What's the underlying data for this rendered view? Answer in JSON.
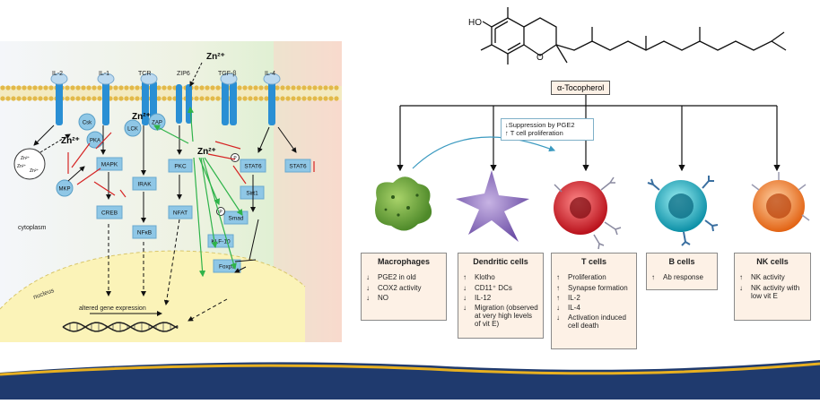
{
  "left": {
    "receptors": [
      "IL-2",
      "IL-1",
      "TCR",
      "ZIP6",
      "TGF-β",
      "IL-4"
    ],
    "zn_top": "Zn²⁺",
    "zn": "Zn²⁺",
    "zn_small": "Zn²⁺",
    "kinases": [
      "Csk",
      "PKA",
      "LCK",
      "ZAP",
      "MKP"
    ],
    "nodes": [
      "MAPK",
      "IRAK",
      "PKC",
      "STAT6",
      "STAT6",
      "Sirt1",
      "CREB",
      "NFκB",
      "NFAT",
      "Smad",
      "KLF-10",
      "Foxp3"
    ],
    "p_label": "P",
    "cytoplasm": "cytoplasm",
    "nucleus": "nucleus",
    "altered": "altered gene expression"
  },
  "right": {
    "compound": "α-Tocopherol",
    "mol_label": "HO",
    "mol_o": "O",
    "suppression": [
      "↓Suppression by PGE2",
      "↑ T cell proliferation"
    ],
    "cells": [
      {
        "title": "Macrophages",
        "rows": [
          [
            "↓",
            "PGE2 in old"
          ],
          [
            "↓",
            "COX2 activity"
          ],
          [
            "↓",
            "NO"
          ]
        ]
      },
      {
        "title": "Dendritic cells",
        "rows": [
          [
            "↑",
            "Klotho"
          ],
          [
            "↓",
            "CD11⁺ DCs"
          ],
          [
            "↓",
            "IL-12"
          ],
          [
            "↓",
            "Migration (observed at very high levels of vit E)"
          ]
        ]
      },
      {
        "title": "T cells",
        "rows": [
          [
            "↑",
            "Proliferation"
          ],
          [
            "↑",
            "Synapse formation"
          ],
          [
            "↑",
            "IL-2"
          ],
          [
            "↓",
            "IL-4"
          ],
          [
            "↓",
            "Activation induced cell death"
          ]
        ]
      },
      {
        "title": "B cells",
        "rows": [
          [
            "↑",
            "Ab response"
          ]
        ]
      },
      {
        "title": "NK cells",
        "rows": [
          [
            "↑",
            "NK activity"
          ],
          [
            "↓",
            "NK activity with low vit E"
          ]
        ]
      }
    ]
  },
  "colors": {
    "green": "#2fb34a",
    "red": "#d62424",
    "node": "#8fc7e6",
    "receptor": "#2a8fd4",
    "navy": "#1f3a6e",
    "gold": "#e8b020"
  }
}
